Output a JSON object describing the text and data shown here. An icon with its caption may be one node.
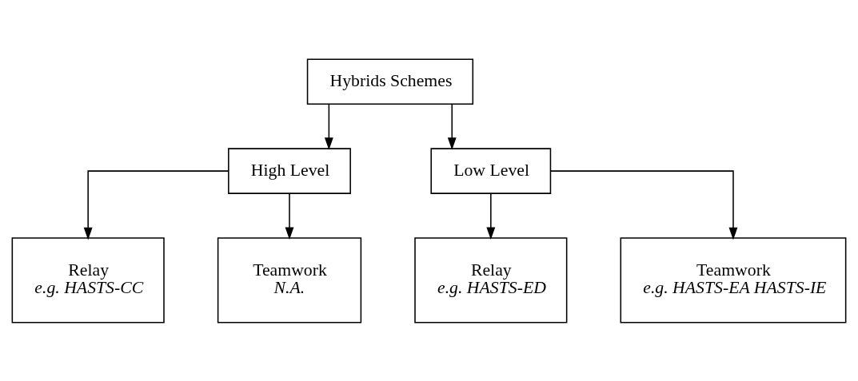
{
  "diagram": {
    "nodes": [
      {
        "text": [
          "Hybrids Schemes"
        ]
      },
      {
        "text": [
          "High Level"
        ]
      },
      {
        "text": [
          "Low Level"
        ]
      },
      {
        "text": [
          "Relay",
          "e.g. HASTS-CC"
        ]
      },
      {
        "text": [
          "Teamwork",
          "N.A."
        ]
      },
      {
        "text": [
          "Relay",
          "e.g. HASTS-ED"
        ]
      },
      {
        "text": [
          "Teamwork",
          "e.g. HASTS-EA HASTS-IE"
        ]
      }
    ],
    "edges": [
      {
        "from": 0,
        "to": 1,
        "arrow": "to"
      },
      {
        "from": 0,
        "to": 2,
        "arrow": "to"
      },
      {
        "from": 1,
        "to": 3,
        "arrow": "to"
      },
      {
        "from": 1,
        "to": 4,
        "arrow": "to"
      },
      {
        "from": 2,
        "to": 5,
        "arrow": "to"
      },
      {
        "from": 2,
        "to": 6,
        "arrow": "to"
      }
    ]
  }
}
